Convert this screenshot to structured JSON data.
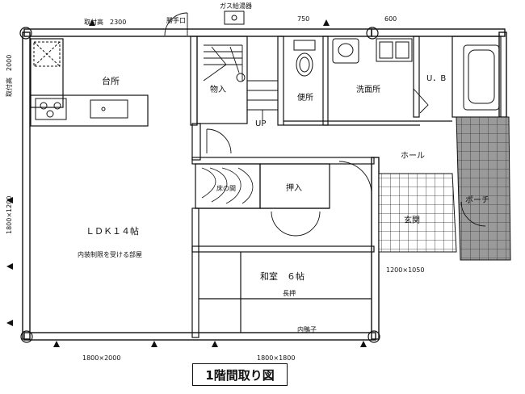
{
  "title": "1階間取り図",
  "rooms": {
    "kitchen": "台所",
    "storage": "物入",
    "toilet": "便所",
    "washroom": "洗面所",
    "bath": "U．B",
    "up": "UP",
    "hall": "ホール",
    "tokonoma": "床の間",
    "closet": "押入",
    "entrance": "玄関",
    "porch": "ポーチ",
    "ldk": "ＬＤＫ１４帖",
    "ldk_note": "内装制限を受ける部屋",
    "washitsu": "和室　６帖",
    "nagaoshi": "長押",
    "uchinoriko": "内鴨子"
  },
  "labels": {
    "gas_heater": "ガス給湯器",
    "handwash": "勝手口",
    "dim_top_left": "取付高　2300",
    "dim_750": "750",
    "dim_600": "600",
    "dim_left_2000": "取付高　2000",
    "dim_left_1800_1200": "1800×1200",
    "dim_1200_1050": "1200×1050",
    "dim_bottom_left": "1800×2000",
    "dim_bottom_right": "1800×1800"
  }
}
